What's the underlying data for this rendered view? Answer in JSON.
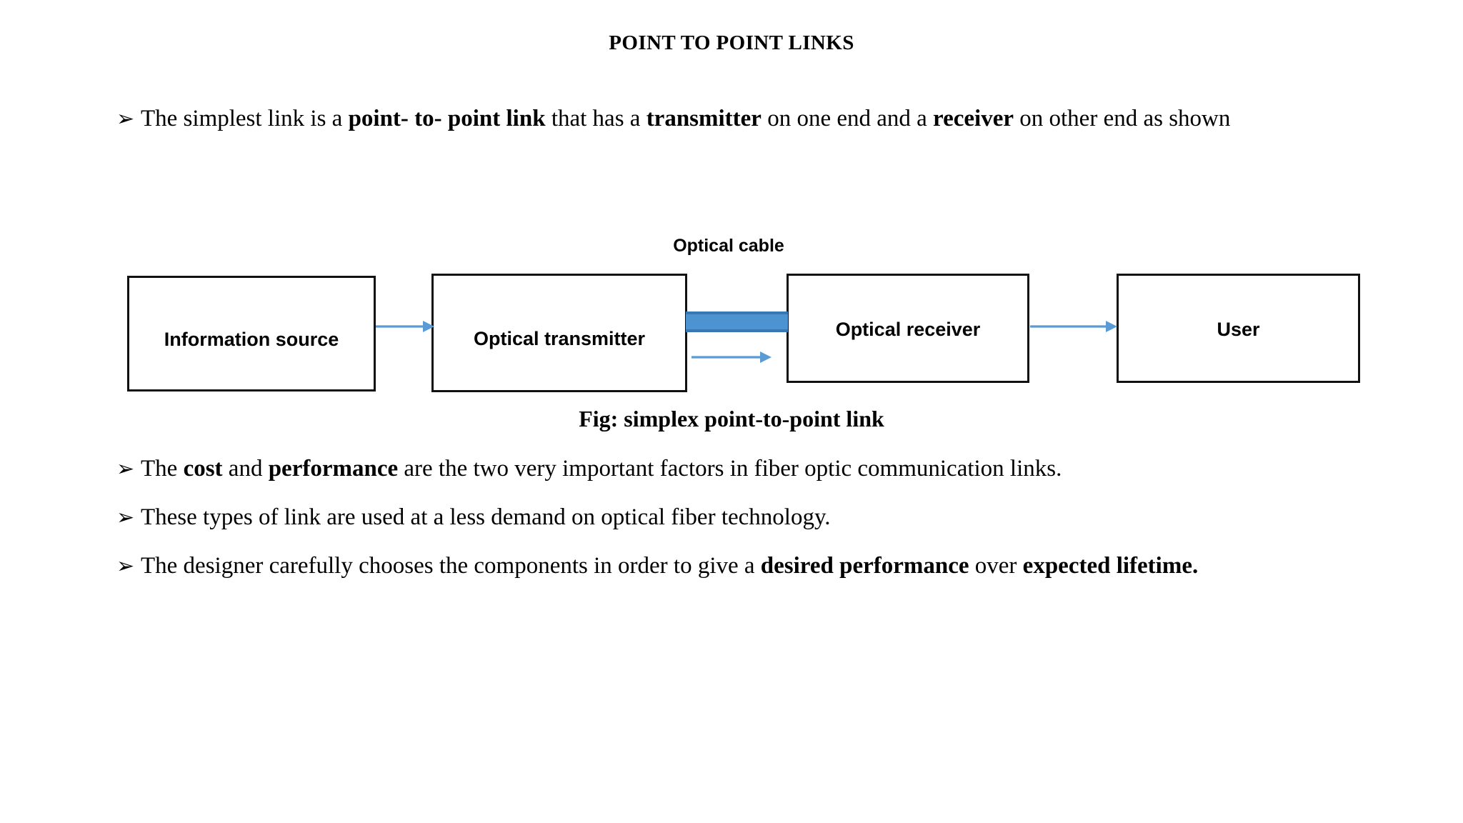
{
  "slide": {
    "title": "POINT TO POINT LINKS",
    "caption": "Fig: simplex point-to-point link",
    "bullet_marker": "➢"
  },
  "bullets": {
    "intro": {
      "p1": "The simplest link is a ",
      "b1": "point- to- point link",
      "p2": " that has a ",
      "b2": "transmitter",
      "p3": " on one end and a ",
      "b3": "receiver",
      "p4": " on other end as shown"
    },
    "cost": {
      "p1": "The ",
      "b1": "cost",
      "p2": " and ",
      "b2": "performance",
      "p3": " are the two very important factors in fiber optic communication links."
    },
    "types": {
      "p1": "These types of link are used at a less demand on optical fiber technology."
    },
    "designer": {
      "p1": "The designer carefully chooses the components in order to give a ",
      "b1": "desired performance",
      "p2": " over ",
      "b2": "expected lifetime."
    }
  },
  "diagram": {
    "cable_label": "Optical cable",
    "boxes": [
      {
        "id": "information-source",
        "label": "Information source"
      },
      {
        "id": "optical-transmitter",
        "label": "Optical transmitter"
      },
      {
        "id": "optical-receiver",
        "label": "Optical receiver"
      },
      {
        "id": "user",
        "label": "User"
      }
    ],
    "connectors": [
      {
        "id": "info-to-tx",
        "kind": "arrow"
      },
      {
        "id": "cable-bar",
        "kind": "fiber-cable"
      },
      {
        "id": "signal-arrow",
        "kind": "arrow"
      },
      {
        "id": "rx-to-user",
        "kind": "arrow"
      }
    ]
  },
  "colors": {
    "cable_fill": "#4e93d1",
    "cable_edge": "#3878ae",
    "arrow": "#5b9bd5",
    "box_border": "#111111",
    "text": "#000000",
    "background": "#ffffff"
  }
}
